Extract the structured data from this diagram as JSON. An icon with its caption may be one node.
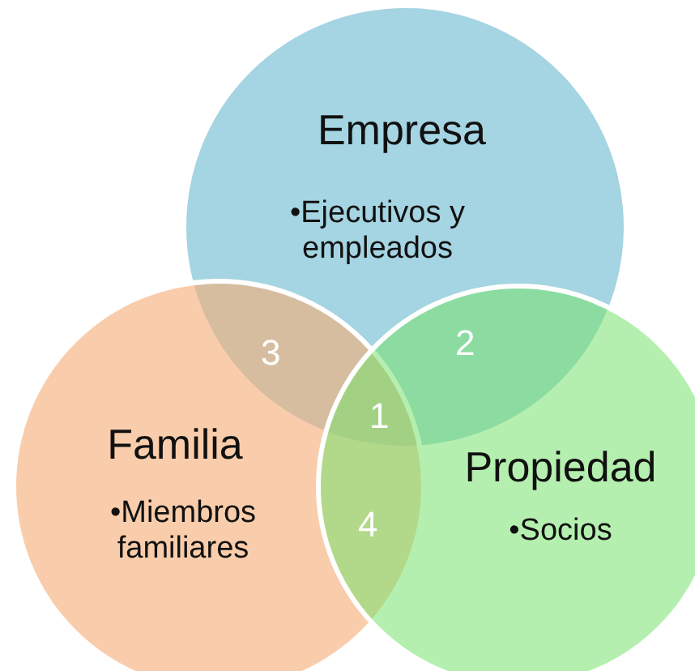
{
  "diagram": {
    "nodes": [
      {
        "text": [
          "Empresa",
          "•Ejecutivos y empleados"
        ]
      },
      {
        "text": [
          "Familia",
          "•Miembros familiares"
        ]
      },
      {
        "text": [
          "Propiedad",
          "•Socios"
        ]
      }
    ],
    "labels": [
      "3",
      "2",
      "1",
      "4"
    ]
  }
}
